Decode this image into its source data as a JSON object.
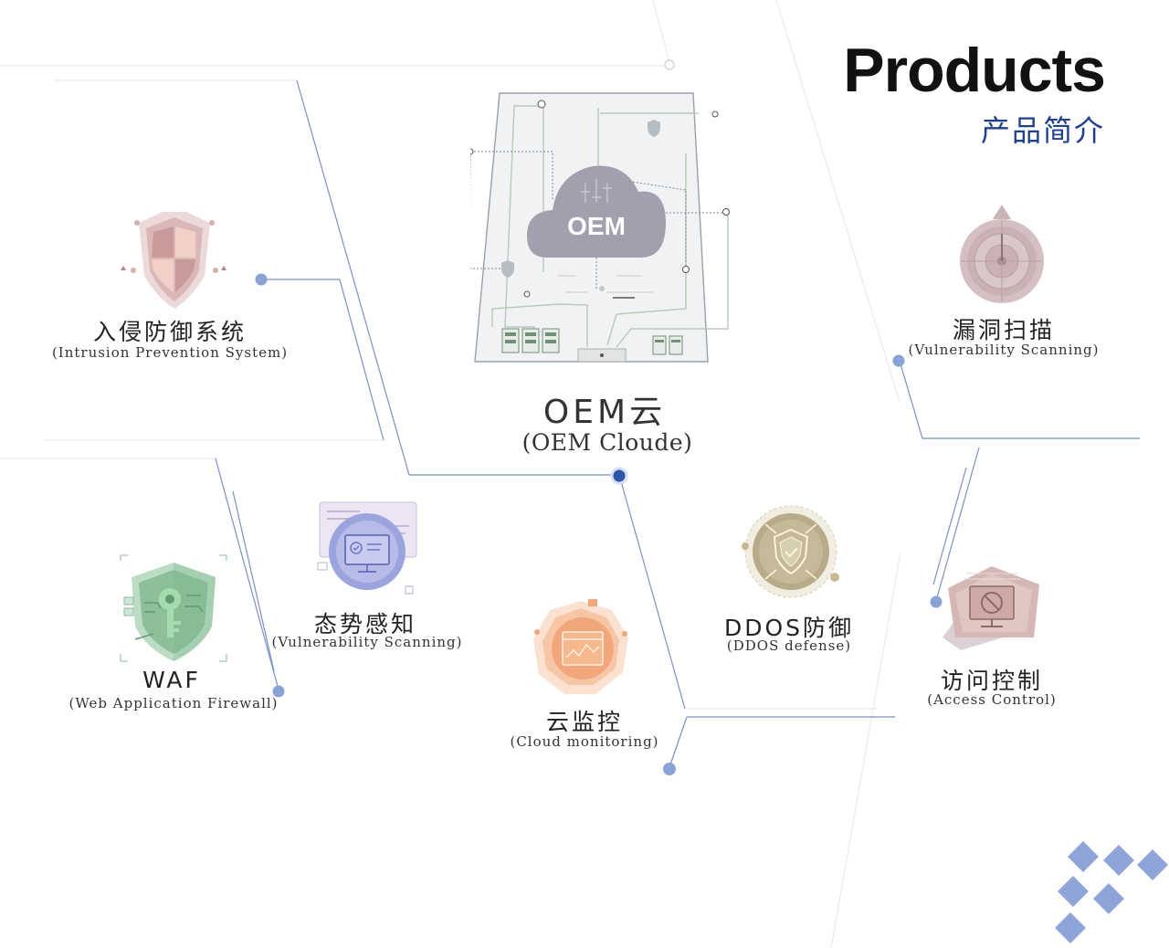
{
  "header": {
    "title": "Products",
    "subtitle": "产品简介"
  },
  "center": {
    "cloud_text": "OEM",
    "label_zh": "OEM云",
    "label_en": "(OEM Cloude)"
  },
  "products": [
    {
      "key": "ips",
      "label_zh": "入侵防御系统",
      "label_en": "(Intrusion Prevention System)",
      "icon": "shield-grid-icon"
    },
    {
      "key": "vuln",
      "label_zh": "漏洞扫描",
      "label_en": "(Vulnerability Scanning)",
      "icon": "scanner-dial-icon"
    },
    {
      "key": "situation",
      "label_zh": "态势感知",
      "label_en": "(Vulnerability Scanning)",
      "icon": "monitor-check-icon"
    },
    {
      "key": "waf",
      "label_zh": "WAF",
      "label_en": "(Web Application Firewall)",
      "icon": "shield-key-icon"
    },
    {
      "key": "ddos",
      "label_zh": "DDOS防御",
      "label_en": "(DDOS defense)",
      "icon": "ddos-shield-medal-icon"
    },
    {
      "key": "monitor",
      "label_zh": "云监控",
      "label_en": "(Cloud monitoring)",
      "icon": "cloud-monitor-icon"
    },
    {
      "key": "access",
      "label_zh": "访问控制",
      "label_en": "(Access Control)",
      "icon": "access-block-icon"
    }
  ],
  "colors": {
    "accent": "#1f3f8f",
    "line": "#7a90c4",
    "node": "#8aa3d6",
    "node_main": "#2c56a8",
    "diamond": "#8fa4d8",
    "ips": "#d9b2b2",
    "vuln": "#c9b3b6",
    "situation": "#9fa6de",
    "waf": "#7fb890",
    "ddos": "#b7ab8a",
    "monitor": "#f1a77a",
    "access": "#c9a9a6"
  }
}
